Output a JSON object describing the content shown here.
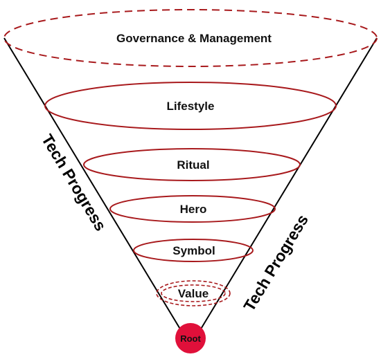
{
  "diagram": {
    "top_label": "Governance & Management",
    "layers": [
      {
        "label": "Lifestyle"
      },
      {
        "label": "Ritual"
      },
      {
        "label": "Hero"
      },
      {
        "label": "Symbol"
      },
      {
        "label": "Value"
      }
    ],
    "root_label": "Root",
    "left_side_label": "Tech Progress",
    "right_side_label": "Tech Progress",
    "colors": {
      "ring": "#a8191c",
      "root": "#e0103a",
      "cone": "#000000"
    }
  }
}
